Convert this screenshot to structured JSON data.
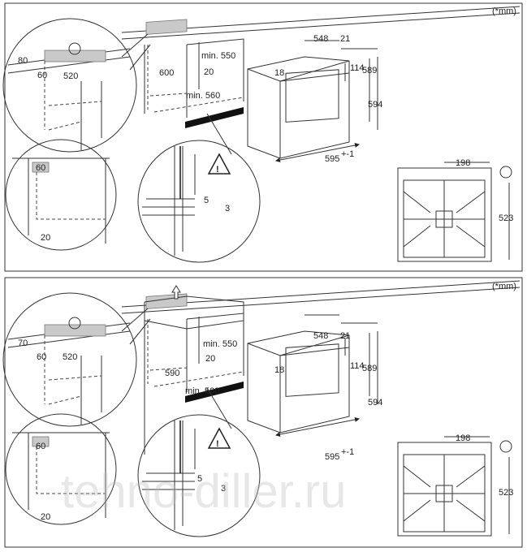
{
  "unit_note": "(*mm)",
  "watermark": "tehno-diller.ru",
  "panel_top": {
    "detail_socket": {
      "height": "80",
      "offset": "60",
      "depth": "520"
    },
    "cabinet": {
      "height": "600",
      "depth": "min. 550",
      "gap": "20",
      "width": "min. 560"
    },
    "oven": {
      "depth": "548",
      "front": "21",
      "top_front": "114",
      "panel": "18",
      "height_inner": "589",
      "height": "594",
      "width": "595",
      "width_tol": "+-1"
    },
    "corner_detail": {
      "label": "60",
      "offset": "20"
    },
    "floor_detail": {
      "gap1": "5",
      "gap2": "3"
    },
    "top_view": {
      "width": "198",
      "depth": "523"
    }
  },
  "panel_bottom": {
    "detail_socket": {
      "height": "70",
      "offset": "60",
      "depth": "520"
    },
    "cabinet": {
      "height": "590",
      "depth": "min. 550",
      "gap": "20",
      "width": "min. 560"
    },
    "oven": {
      "depth": "548",
      "front": "21",
      "top_front": "114",
      "panel": "18",
      "height_inner": "589",
      "height": "594",
      "width": "595",
      "width_tol": "+-1"
    },
    "corner_detail": {
      "label": "60",
      "offset": "20"
    },
    "floor_detail": {
      "gap1": "5",
      "gap2": "3"
    },
    "top_view": {
      "width": "198",
      "depth": "523"
    }
  }
}
